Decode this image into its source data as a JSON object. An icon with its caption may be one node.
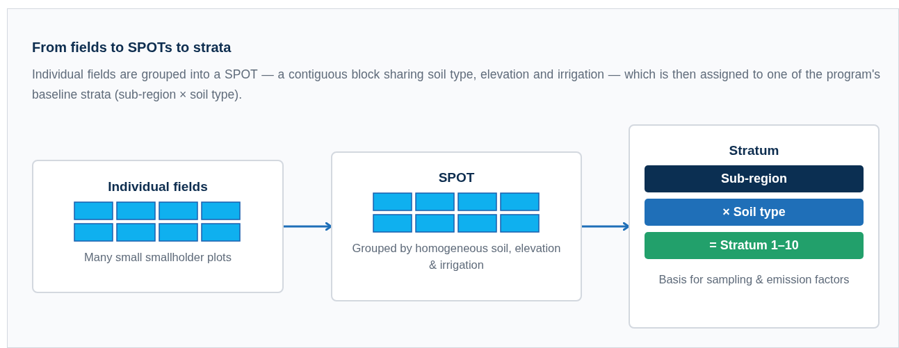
{
  "diagram": {
    "title": "From fields to SPOTs to strata",
    "caption": "Individual fields are grouped into a SPOT — a contiguous block sharing soil type, elevation and irrigation — which is then assigned to one of the program's baseline strata (sub-region × soil type).",
    "nodes": [
      {
        "text": [
          "Individual fields",
          "Many small smallholder plots"
        ]
      },
      {
        "text": [
          "SPOT",
          "Grouped by homogeneous soil, elevation & irrigation"
        ]
      },
      {
        "text": [
          "Stratum",
          "Basis for sampling & emission factors"
        ]
      },
      {
        "text": [
          "Sub-region"
        ],
        "in": 2
      },
      {
        "text": [
          "× Soil type"
        ],
        "in": 2
      },
      {
        "text": [
          "= Stratum 1–10"
        ],
        "in": 2
      }
    ],
    "edges": [
      {
        "from": 0,
        "to": 1,
        "arrow": "to"
      },
      {
        "from": 1,
        "to": 2,
        "arrow": "to"
      }
    ]
  }
}
